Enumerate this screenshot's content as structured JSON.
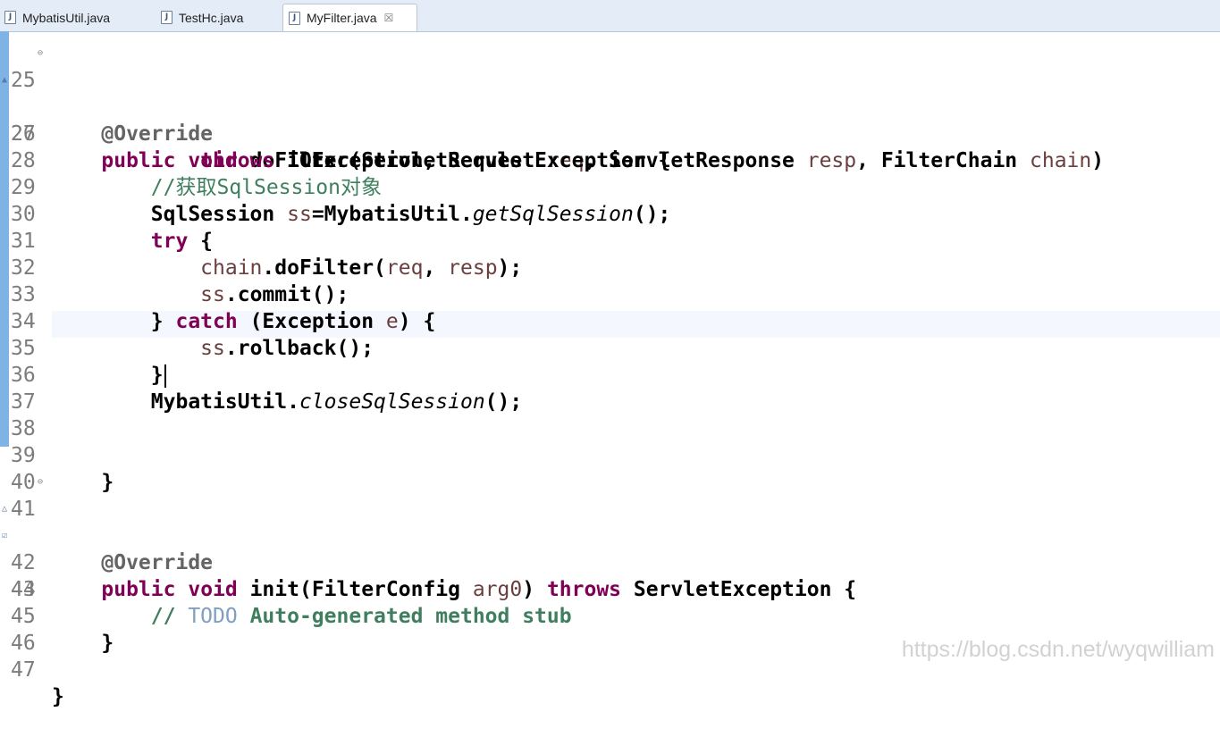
{
  "tabs": [
    {
      "label": "MybatisUtil.java",
      "icon": "java-file-icon"
    },
    {
      "label": "TestHc.java",
      "icon": "java-file-icon"
    },
    {
      "label": "MyFilter.java",
      "icon": "java-file-icon",
      "active": true,
      "close": "☒"
    }
  ],
  "file_icon_glyph": "J",
  "lines": [
    {
      "n": "25"
    },
    {
      "n": "26"
    },
    {
      "n": "27"
    },
    {
      "n": "28"
    },
    {
      "n": "29"
    },
    {
      "n": "30"
    },
    {
      "n": "31"
    },
    {
      "n": "32"
    },
    {
      "n": "33"
    },
    {
      "n": "34"
    },
    {
      "n": "35"
    },
    {
      "n": "36"
    },
    {
      "n": "37"
    },
    {
      "n": "38"
    },
    {
      "n": "39"
    },
    {
      "n": "40"
    },
    {
      "n": "41"
    },
    {
      "n": "42"
    },
    {
      "n": "43"
    },
    {
      "n": "44"
    },
    {
      "n": "45"
    },
    {
      "n": "46"
    },
    {
      "n": "47"
    }
  ],
  "code": {
    "l25": "@Override",
    "l26_public": "public",
    "l26_void": "void",
    "l26_name": "doFilter(ServletRequest ",
    "l26_req": "req",
    "l26_mid": ", ServletResponse ",
    "l26_resp": "resp",
    "l26_mid2": ", FilterChain ",
    "l26_chain": "chain",
    "l26_end": ")",
    "l27_throws": "throws",
    "l27_rest": " IOException, ServletException {",
    "l28": "//获取SqlSession对象",
    "l29_type": "SqlSession ",
    "l29_ss": "ss",
    "l29_mid": "=MybatisUtil.",
    "l29_call": "getSqlSession",
    "l29_end": "();",
    "l30_try": "try",
    "l30_end": " {",
    "l31_chain": "chain",
    "l31_mid": ".doFilter(",
    "l31_req": "req",
    "l31_sep": ", ",
    "l31_resp": "resp",
    "l31_end": ");",
    "l32_ss": "ss",
    "l32_end": ".commit();",
    "l33_open": "} ",
    "l33_catch": "catch",
    "l33_mid": " (Exception ",
    "l33_e": "e",
    "l33_end": ") {",
    "l34_ss": "ss",
    "l34_end": ".rollback();",
    "l35": "}",
    "l36_cls": "MybatisUtil.",
    "l36_call": "closeSqlSession",
    "l36_end": "();",
    "l39": "}",
    "l41": "@Override",
    "l42_public": "public",
    "l42_void": "void",
    "l42_name": " init(FilterConfig ",
    "l42_arg": "arg0",
    "l42_sep": ") ",
    "l42_throws": "throws",
    "l42_end": " ServletException {",
    "l43_slash": "// ",
    "l43_todo": "TODO",
    "l43_rest": " Auto-generated method stub",
    "l45": "}",
    "l47": "}"
  },
  "watermark": "https://blog.csdn.net/wyqwilliam",
  "colors": {
    "keyword": "#7f0055",
    "annotation": "#646464",
    "comment": "#3f7f5f",
    "todo": "#7f9fbf",
    "field": "#8b1c0a",
    "parameter": "#6a3e3e",
    "tab_bar": "#e4ecf7",
    "change_ruler": "#7fb2e5",
    "current_line": "#f4f7fd"
  }
}
